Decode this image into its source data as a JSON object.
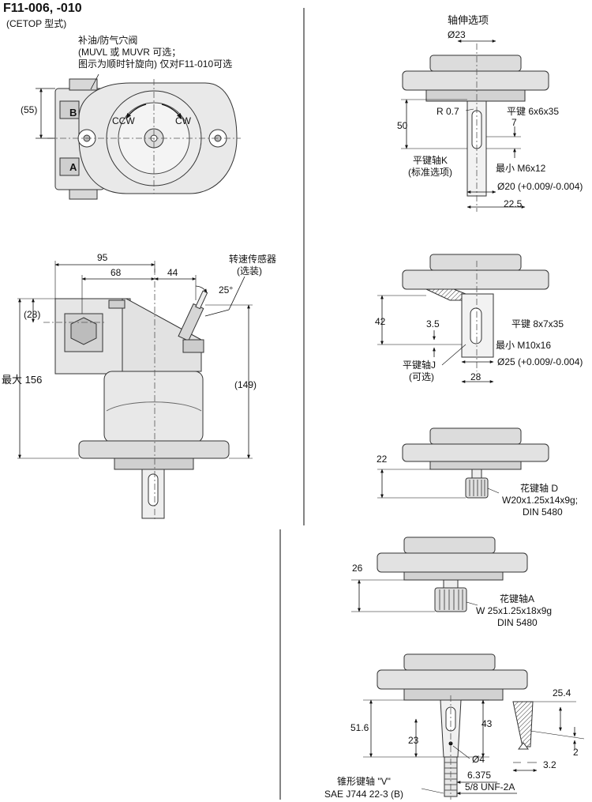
{
  "header": {
    "title": "F11-006, -010",
    "subtitle": "(CETOP 型式)"
  },
  "top_view": {
    "valve_note": [
      "补油/防气穴阀",
      "(MUVL 或 MUVR 可选；",
      "图示为顺时针旋向) 仅对F11-010可选"
    ],
    "dim_55": "(55)",
    "ccw": "CCW",
    "cw": "CW",
    "port_b": "B",
    "port_a": "A"
  },
  "side_view": {
    "dim_95": "95",
    "dim_68": "68",
    "dim_44": "44",
    "angle_25": "25°",
    "sensor_label": [
      "转速传感器",
      "(选装)"
    ],
    "dim_28": "(28)",
    "dim_max156": "最大 156",
    "dim_149": "(149)"
  },
  "shaft_title": "轴伸选项",
  "shaft_k": {
    "dia23": "Ø23",
    "r07": "R 0.7",
    "key": "平键 6x6x35",
    "len50": "50",
    "len7": "7",
    "name": "平键轴K",
    "note": "(标准选项)",
    "thread": "最小 M6x12",
    "dia20": "Ø20 (+0.009/-0.004)",
    "len225": "22.5"
  },
  "shaft_j": {
    "len42": "42",
    "len35": "3.5",
    "key": "平键 8x7x35",
    "thread": "最小 M10x16",
    "dia25": "Ø25 (+0.009/-0.004)",
    "len28": "28",
    "name": "平键轴J",
    "note": "(可选)"
  },
  "shaft_d": {
    "len22": "22",
    "name": "花键轴 D",
    "spec": "W20x1.25x14x9g;",
    "std": "DIN 5480"
  },
  "shaft_a": {
    "len26": "26",
    "name": "花键轴A",
    "spec": "W 25x1.25x18x9g",
    "std": "DIN 5480"
  },
  "shaft_v": {
    "len516": "51.6",
    "len23": "23",
    "len43": "43",
    "dia4": "Ø4",
    "len6375": "6.375",
    "thread": "5/8 UNF-2A",
    "name": "锥形键轴 \"V\"",
    "std": "SAE J744 22-3 (B)",
    "len254": "25.4",
    "len2": "2",
    "len32": "3.2"
  }
}
